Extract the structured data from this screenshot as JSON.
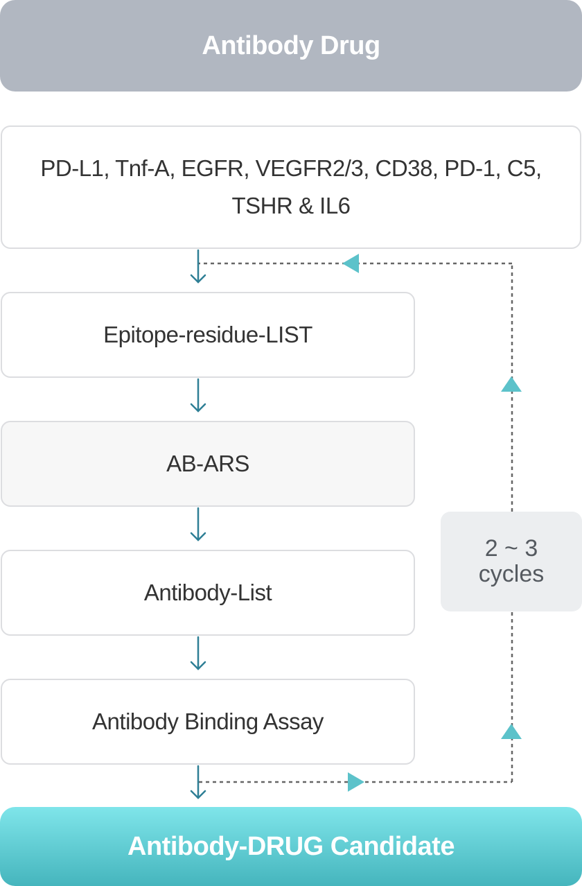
{
  "header": {
    "title": "Antibody Drug"
  },
  "targets": {
    "line1": "PD-L1, Tnf-A, EGFR, VEGFR2/3, CD38, PD-1, C5,",
    "line2": "TSHR & IL6"
  },
  "steps": [
    {
      "label": "Epitope-residue-LIST"
    },
    {
      "label": "AB-ARS"
    },
    {
      "label": "Antibody-List"
    },
    {
      "label": "Antibody Binding Assay"
    }
  ],
  "cycles": {
    "line1": "2 ~ 3",
    "line2": "cycles"
  },
  "footer": {
    "title": "Antibody-DRUG Candidate"
  },
  "colors": {
    "header_bg": "#b1b7c1",
    "arrow": "#2e7f95",
    "loop_arrowhead": "#5cc2ca",
    "dashed_line": "#666666",
    "footer_start": "#7fe5ea",
    "footer_end": "#45b5bd"
  }
}
